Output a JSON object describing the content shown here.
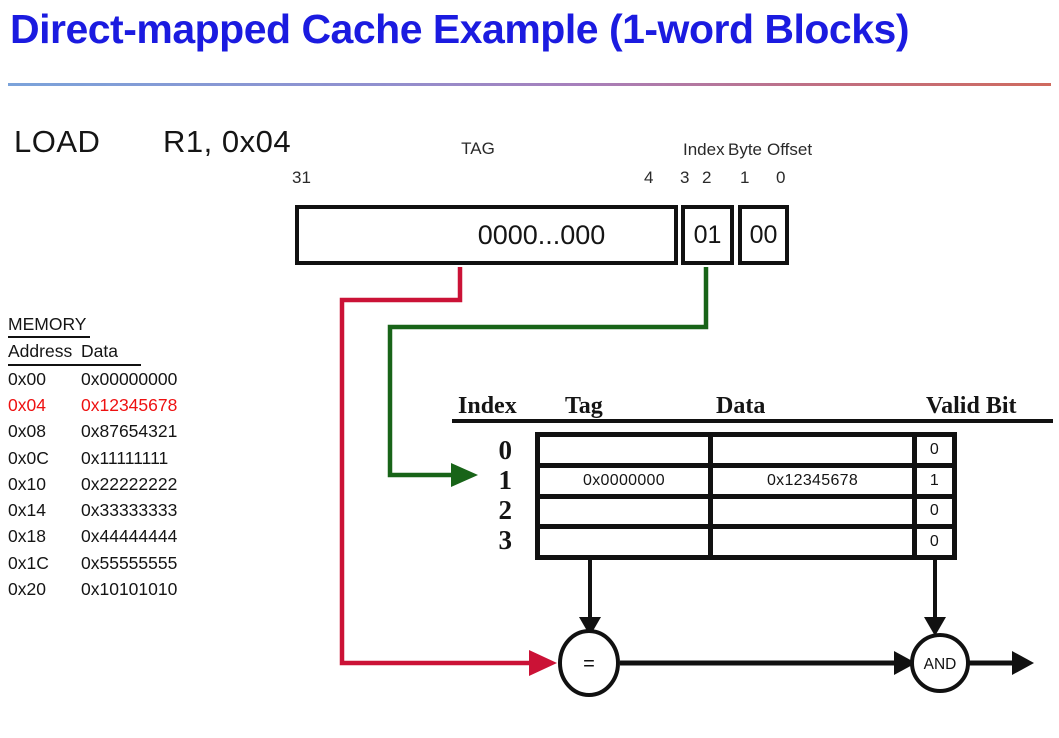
{
  "title": "Direct-mapped Cache Example (1-word Blocks)",
  "colors": {
    "title_blue": "#1b1be0",
    "highlight_red": "#ee1111",
    "connector_red": "#cb1236",
    "connector_green": "#186418",
    "ink": "#111111"
  },
  "instruction": {
    "opcode": "LOAD",
    "operands": "R1, 0x04"
  },
  "address": {
    "tag_label": "TAG",
    "index_label": "Index",
    "byte_label": "Byte",
    "offset_label": "Offset",
    "bits": [
      "31",
      "4",
      "3",
      "2",
      "1",
      "0"
    ],
    "tag_value": "0000...000",
    "index_value": "01",
    "offset_value": "00"
  },
  "memory": {
    "title": "MEMORY",
    "address_header": "Address",
    "data_header": "Data",
    "rows": [
      {
        "addr": "0x00",
        "data": "0x00000000",
        "highlight": false
      },
      {
        "addr": "0x04",
        "data": "0x12345678",
        "highlight": true
      },
      {
        "addr": "0x08",
        "data": "0x87654321",
        "highlight": false
      },
      {
        "addr": "0x0C",
        "data": "0x11111111",
        "highlight": false
      },
      {
        "addr": "0x10",
        "data": "0x22222222",
        "highlight": false
      },
      {
        "addr": "0x14",
        "data": "0x33333333",
        "highlight": false
      },
      {
        "addr": "0x18",
        "data": "0x44444444",
        "highlight": false
      },
      {
        "addr": "0x1C",
        "data": "0x55555555",
        "highlight": false
      },
      {
        "addr": "0x20",
        "data": "0x10101010",
        "highlight": false
      }
    ]
  },
  "cache": {
    "index_header": "Index",
    "tag_header": "Tag",
    "data_header": "Data",
    "valid_header": "Valid Bit",
    "rows": [
      {
        "index": "0",
        "tag": "",
        "data": "",
        "valid": "0"
      },
      {
        "index": "1",
        "tag": "0x0000000",
        "data": "0x12345678",
        "valid": "1"
      },
      {
        "index": "2",
        "tag": "",
        "data": "",
        "valid": "0"
      },
      {
        "index": "3",
        "tag": "",
        "data": "",
        "valid": "0"
      }
    ]
  },
  "logic": {
    "comparator_label": "=",
    "and_label": "AND"
  }
}
